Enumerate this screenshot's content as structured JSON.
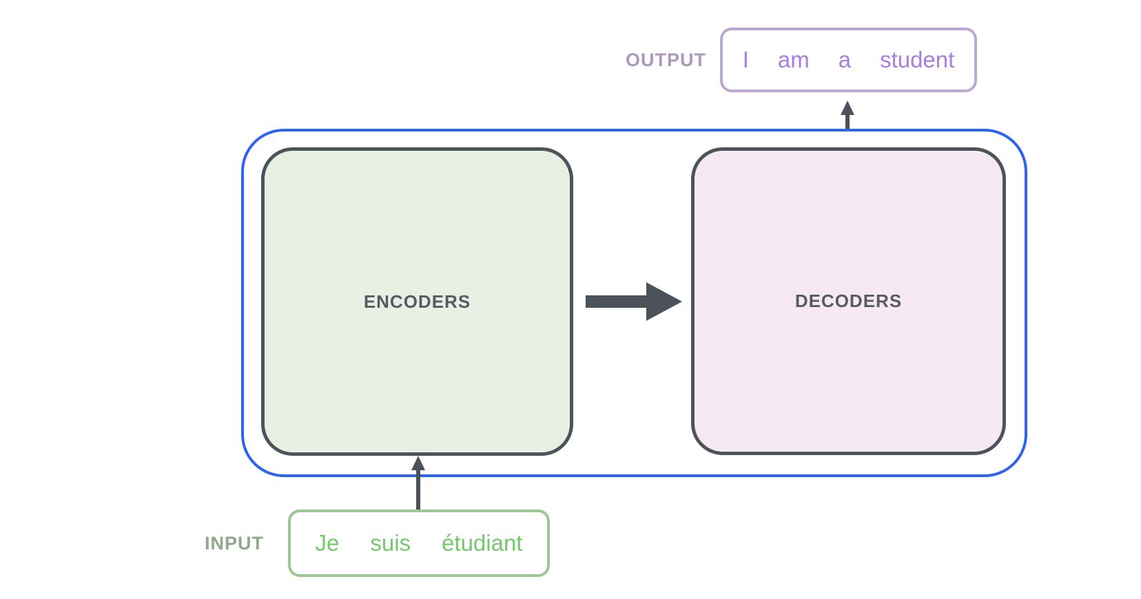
{
  "diagram": {
    "outer_container": {
      "description": "encoder-decoder stack container",
      "border_color": "#2d63f1"
    },
    "encoders": {
      "label": "ENCODERS",
      "fill_color": "#e7f0e2",
      "border_color": "#4d535b"
    },
    "decoders": {
      "label": "DECODERS",
      "fill_color": "#f6e9f1",
      "border_color": "#4d535b"
    },
    "output": {
      "label": "OUTPUT",
      "label_color": "#ab99bd",
      "words": [
        "I",
        "am",
        "a",
        "student"
      ],
      "text_color": "#a87ce1",
      "border_color": "#bda6d2"
    },
    "input": {
      "label": "INPUT",
      "label_color": "#8fa98b",
      "words": [
        "Je",
        "suis",
        "étudiant"
      ],
      "text_color": "#74c76b",
      "border_color": "#9cc795"
    },
    "arrow_color": "#4c525a"
  }
}
